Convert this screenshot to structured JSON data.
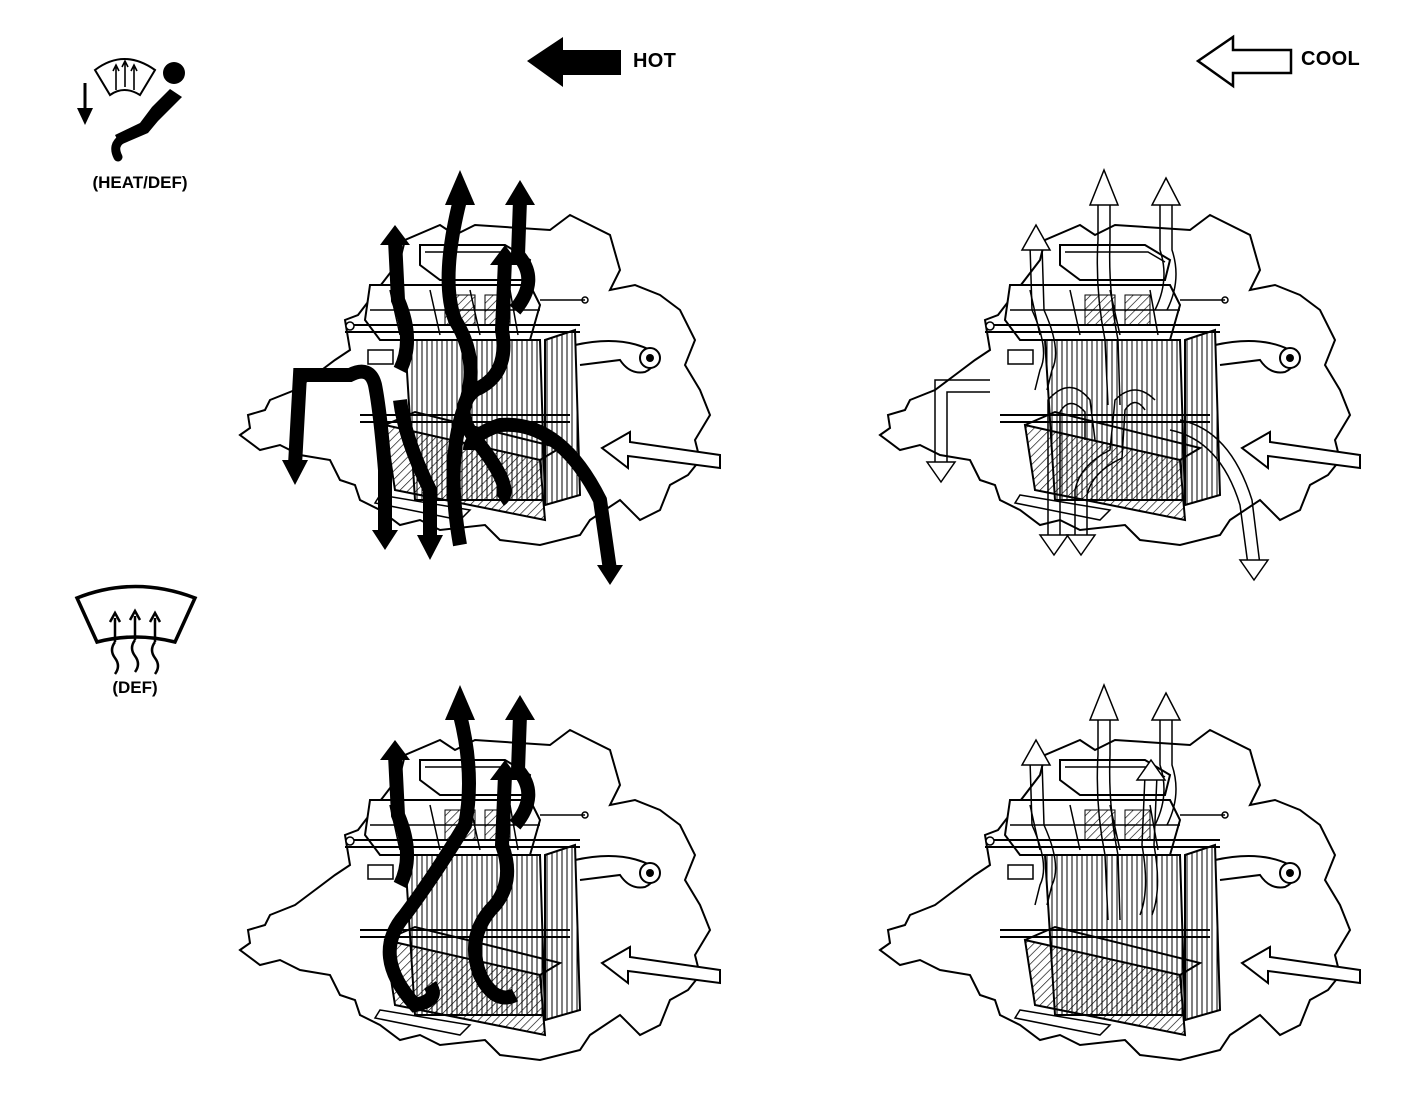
{
  "legend": {
    "hot": {
      "label": "HOT",
      "color": "#000000"
    },
    "cool": {
      "label": "COOL",
      "color": "#ffffff"
    }
  },
  "modes": [
    {
      "label": "(HEAT/DEF)",
      "icon": "heat-def-mode-icon"
    },
    {
      "label": "(DEF)",
      "icon": "defrost-mode-icon"
    }
  ],
  "panels": [
    {
      "mode": "(HEAT/DEF)",
      "airflow": "hot"
    },
    {
      "mode": "(HEAT/DEF)",
      "airflow": "cool"
    },
    {
      "mode": "(DEF)",
      "airflow": "hot"
    },
    {
      "mode": "(DEF)",
      "airflow": "cool"
    }
  ]
}
